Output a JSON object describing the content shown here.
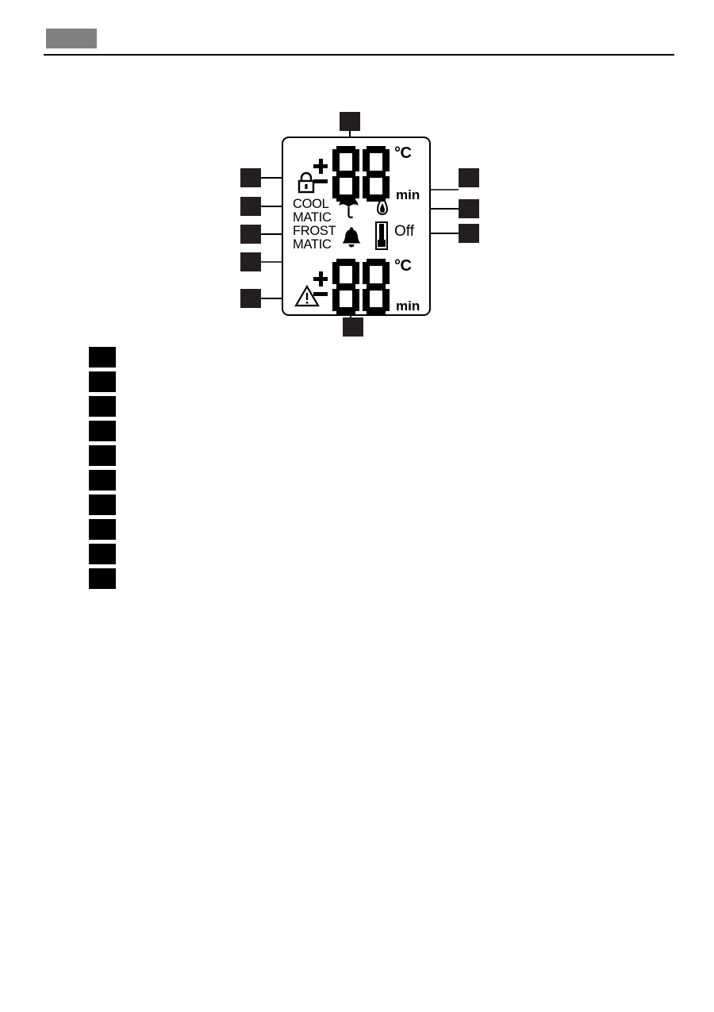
{
  "page": {
    "header": {
      "tab_label": "",
      "tab_color": "#808080",
      "rule_color": "#000000"
    },
    "figure": {
      "name": "control-panel-display",
      "description": "Appliance control panel LCD display diagram",
      "panel": {
        "border_color": "#000000",
        "background": "#ffffff"
      },
      "displays": [
        {
          "id": "upper-display",
          "digits": "88",
          "temp_unit": "°C",
          "time_unit": "min",
          "sign_indicator": "+/-"
        },
        {
          "id": "lower-display",
          "digits": "88",
          "temp_unit": "°C",
          "time_unit": "min",
          "sign_indicator": "+/-"
        }
      ],
      "labels": {
        "cool_line1": "COOL",
        "cool_line2": "MATIC",
        "frost_line1": "FROST",
        "frost_line2": "MATIC",
        "off": "Off"
      },
      "icons": [
        {
          "name": "padlock-icon",
          "meaning": "child lock"
        },
        {
          "name": "umbrella-icon",
          "meaning": "holiday mode"
        },
        {
          "name": "bell-icon",
          "meaning": "alarm"
        },
        {
          "name": "flame-icon",
          "meaning": "fast freeze"
        },
        {
          "name": "thermometer-icon",
          "meaning": "temperature off"
        },
        {
          "name": "warning-triangle-icon",
          "meaning": "alarm warning"
        }
      ],
      "callouts": {
        "top": [
          {
            "id": "callout-top",
            "label": ""
          }
        ],
        "bottom": [
          {
            "id": "callout-bottom",
            "label": ""
          }
        ],
        "left": [
          {
            "id": "callout-left-1",
            "label": ""
          },
          {
            "id": "callout-left-2",
            "label": ""
          },
          {
            "id": "callout-left-3",
            "label": ""
          },
          {
            "id": "callout-left-4",
            "label": ""
          },
          {
            "id": "callout-left-5",
            "label": ""
          }
        ],
        "right": [
          {
            "id": "callout-right-1",
            "label": ""
          },
          {
            "id": "callout-right-2",
            "label": ""
          },
          {
            "id": "callout-right-3",
            "label": ""
          }
        ]
      }
    },
    "legend_list": {
      "items": [
        {
          "label": ""
        },
        {
          "label": ""
        },
        {
          "label": ""
        },
        {
          "label": ""
        },
        {
          "label": ""
        },
        {
          "label": ""
        },
        {
          "label": ""
        },
        {
          "label": ""
        },
        {
          "label": ""
        },
        {
          "label": ""
        }
      ]
    }
  }
}
